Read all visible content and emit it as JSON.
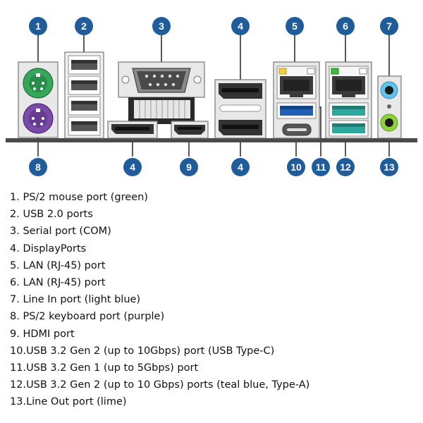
{
  "diagram": {
    "title": "Rear panel I/O connectors",
    "callouts_top": [
      "1",
      "2",
      "3",
      "4",
      "5",
      "6",
      "7"
    ],
    "callouts_bottom": [
      "8",
      "4",
      "9",
      "4",
      "10",
      "11",
      "12",
      "13"
    ],
    "colors": {
      "badge": "#1f5c99",
      "board": "#4a4a4a",
      "metal": "#e8e8e8",
      "ps2_mouse": "#37a85a",
      "ps2_keyboard": "#7a4aa8",
      "line_in": "#5fc3ee",
      "line_out": "#8fcf3a",
      "usb_blue": "#1f5fb5",
      "usb_teal": "#2ea79c",
      "led_yellow": "#f4d03f",
      "led_green": "#3bbf3b"
    }
  },
  "legend": [
    {
      "num": "1.",
      "text": "PS/2 mouse port (green)"
    },
    {
      "num": "2.",
      "text": "USB 2.0 ports"
    },
    {
      "num": "3.",
      "text": "Serial port (COM)"
    },
    {
      "num": "4.",
      "text": "DisplayPorts"
    },
    {
      "num": "5.",
      "text": "LAN (RJ-45) port"
    },
    {
      "num": "6.",
      "text": "LAN (RJ-45) port"
    },
    {
      "num": "7.",
      "text": "Line In port (light blue)"
    },
    {
      "num": "8.",
      "text": "PS/2 keyboard port (purple)"
    },
    {
      "num": "9.",
      "text": "HDMI port"
    },
    {
      "num": "10.",
      "text": "USB 3.2 Gen 2 (up to 10Gbps) port (USB Type-C)"
    },
    {
      "num": "11.",
      "text": "USB 3.2 Gen 1 (up to 5Gbps) port"
    },
    {
      "num": "12.",
      "text": "USB 3.2 Gen 2 (up to 10 Gbps) ports (teal blue, Type-A)"
    },
    {
      "num": "13.",
      "text": "Line Out port (lime)"
    }
  ]
}
